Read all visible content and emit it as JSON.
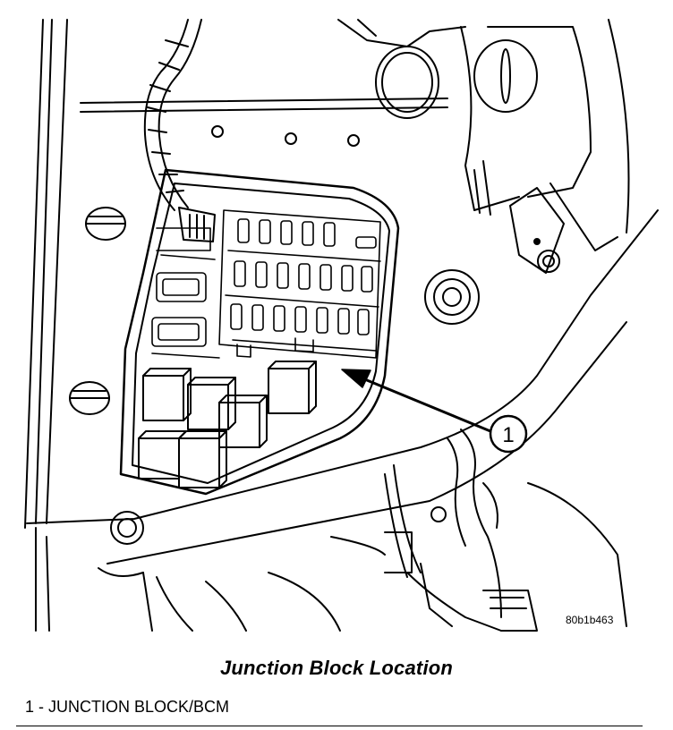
{
  "diagram": {
    "callout_number": "1",
    "figure_id": "80b1b463",
    "title": "Junction Block Location"
  },
  "legend": [
    {
      "text": "1 - JUNCTION BLOCK/BCM"
    }
  ]
}
